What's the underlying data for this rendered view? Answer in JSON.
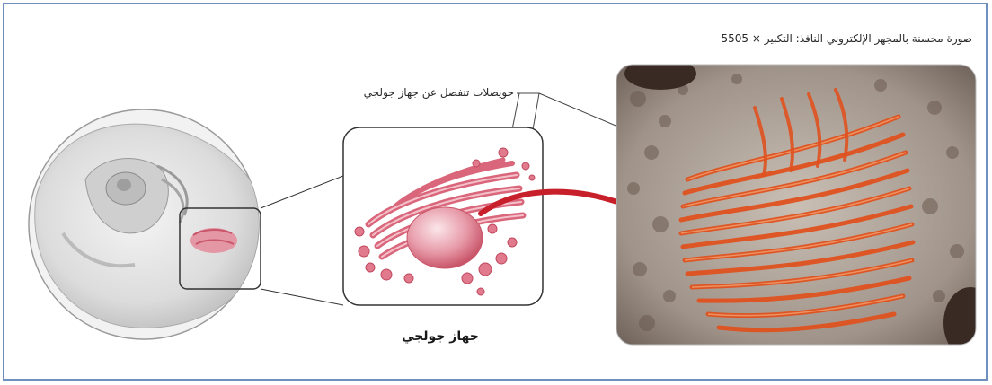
{
  "labels": {
    "em_caption": "صورة محسنة بالمجهر الإلكتروني النافذ: التكبير × 5505",
    "vesicles": "حويصلات تنفصل عن جهاز جولجي",
    "golgi": "جهاز جولجي"
  },
  "colors": {
    "frame": "#6f8fbf",
    "golgi_pink": "#d9667a",
    "arrow_red": "#c8202a",
    "micrograph_bg": "#a89a8e",
    "stack_orange": "#e0521f"
  }
}
